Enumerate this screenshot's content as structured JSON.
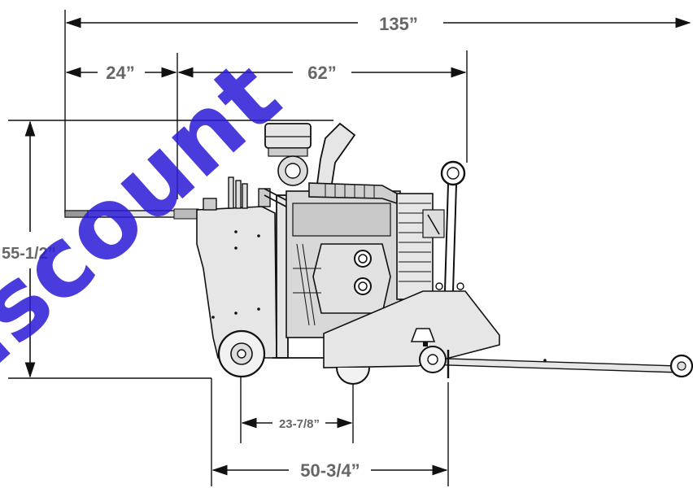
{
  "dimensions": {
    "overall_length": "135”",
    "handle_extension": "24”",
    "machine_length": "62”",
    "height": "55-1/2”",
    "wheel_spacing": "23-7/8”",
    "wheelbase": "50-3/4”"
  },
  "watermark": "iscount",
  "colors": {
    "line": "#111111",
    "dimension_text": "#666666",
    "watermark": "#2b1bd6",
    "body": "#e6e6e6"
  }
}
